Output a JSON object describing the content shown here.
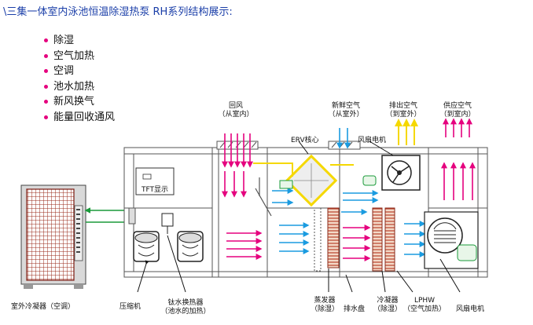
{
  "title": "\\三集一体室内泳池恒温除湿热泵 RH系列结构展示:",
  "features": [
    "除湿",
    "空气加热",
    "空调",
    "池水加热",
    "新风换气",
    "能量回收通风"
  ],
  "labels": {
    "return_air": [
      "回风",
      "（从室内）"
    ],
    "fresh_air": [
      "新鲜空气",
      "（从室外）"
    ],
    "exhaust_air": [
      "排出空气",
      "（到室外）"
    ],
    "supply_air": [
      "供应空气",
      "（到室内）"
    ],
    "erv_core": "ERV核心",
    "fan_motor_top": "风扇电机",
    "tft_display": "TFT显示",
    "outdoor_condenser": "室外冷凝器（空调）",
    "compressor": "压缩机",
    "titanium_hx": [
      "钛水换热器",
      "（池水的加热）"
    ],
    "evaporator": [
      "蒸发器",
      "（除湿）"
    ],
    "drain_pan": "排水盘",
    "condenser": [
      "冷凝器",
      "（除湿）"
    ],
    "lphw": [
      "LPHW",
      "（空气加热）"
    ],
    "fan_motor_bottom": "风扇电机"
  },
  "colors": {
    "title": "#1a3ea8",
    "bullet": "#e5007e",
    "warm_air": "#e5007e",
    "cool_air": "#1a9be0",
    "exhaust": "#f5d800",
    "refrigerant": "#1a9a3a",
    "coil": "#b8402a",
    "cabinet": "#555555"
  }
}
